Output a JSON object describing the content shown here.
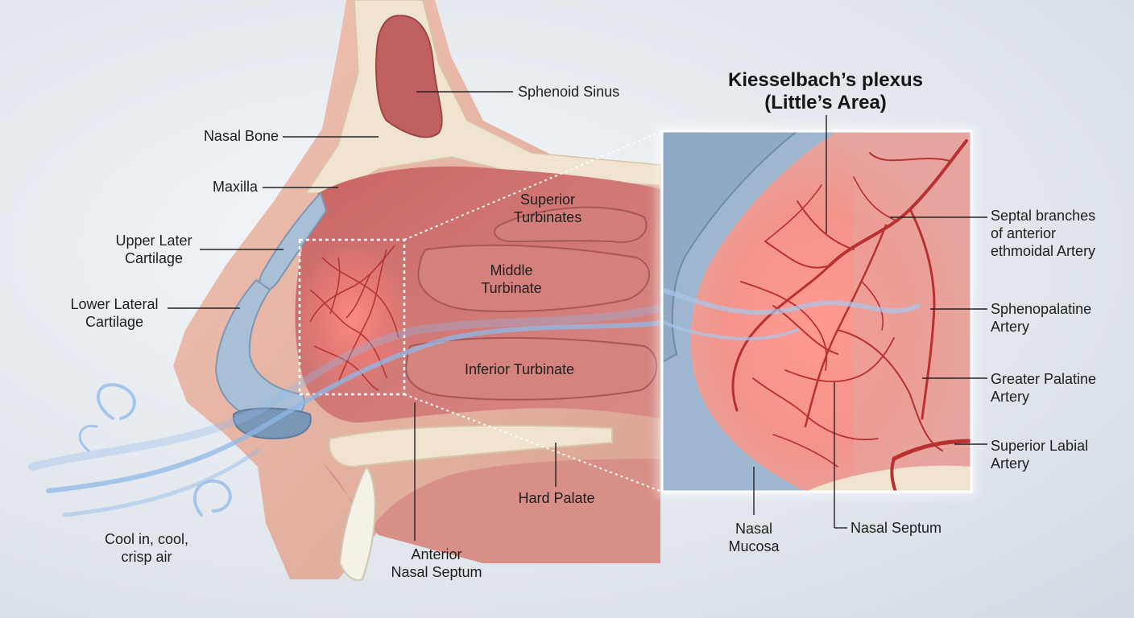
{
  "title": {
    "line1": "Kiesselbach’s plexus",
    "line2": "(Little’s Area)"
  },
  "labels": {
    "sphenoid_sinus": "Sphenoid Sinus",
    "nasal_bone": "Nasal Bone",
    "maxilla": "Maxilla",
    "upper_lateral_cartilage": [
      "Upper Later",
      "Cartilage"
    ],
    "lower_lateral_cartilage": [
      "Lower Lateral",
      "Cartilage"
    ],
    "superior_turbinates": [
      "Superior",
      "Turbinates"
    ],
    "middle_turbinate": [
      "Middle",
      "Turbinate"
    ],
    "inferior_turbinate": "Inferior Turbinate",
    "hard_palate": "Hard Palate",
    "anterior_nasal_septum": [
      "Anterior",
      "Nasal Septum"
    ],
    "cool_air": [
      "Cool in, cool,",
      "crisp air"
    ],
    "septal_branches": [
      "Septal branches",
      "of anterior",
      "ethmoidal Artery"
    ],
    "sphenopalatine_artery": [
      "Sphenopalatine",
      "Artery"
    ],
    "greater_palatine_artery": [
      "Greater Palatine",
      "Artery"
    ],
    "superior_labial_artery": [
      "Superior Labial",
      "Artery"
    ],
    "nasal_mucosa": [
      "Nasal",
      "Mucosa"
    ],
    "nasal_septum": "Nasal Septum"
  },
  "colors": {
    "bone": "#f0e3cf",
    "mucosa": "#d98080",
    "cartilage": "#a9bfd6",
    "skin": "#e8b9a8",
    "vessel": "#c23b3b",
    "air": "#8fb9e8"
  }
}
